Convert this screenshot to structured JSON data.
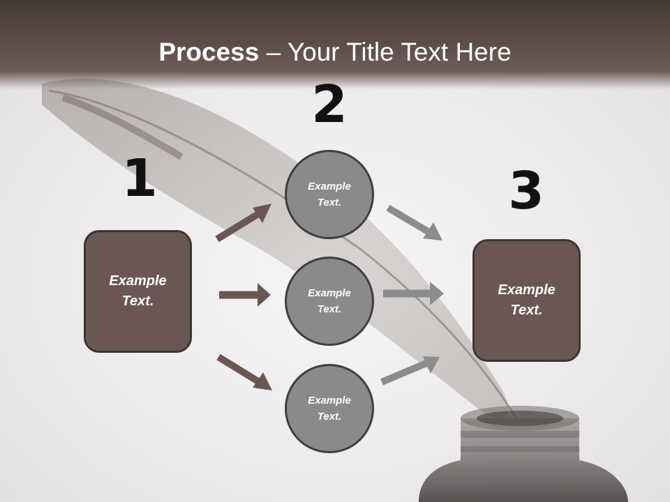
{
  "title": {
    "bold": "Process",
    "rest": " – Your Title Text Here"
  },
  "steps": {
    "one": {
      "number": "1",
      "text": "Example Text."
    },
    "two": {
      "number": "2",
      "items": [
        {
          "text": "Example Text."
        },
        {
          "text": "Example Text."
        },
        {
          "text": "Example Text."
        }
      ]
    },
    "three": {
      "number": "3",
      "text": "Example Text."
    }
  },
  "colors": {
    "title_bar": "#5b4b46",
    "box_fill": "#6a5753",
    "circle_fill": "#8a8a8a",
    "arrow_brown": "#6a5753",
    "arrow_gray": "#8c8c8c"
  }
}
